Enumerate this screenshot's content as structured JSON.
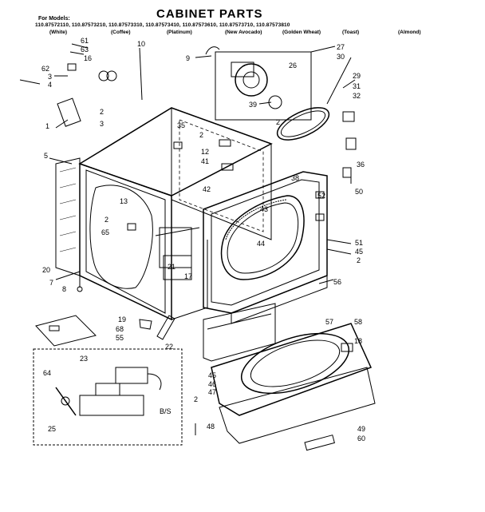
{
  "header": {
    "title": "CABINET PARTS",
    "models_label": "For Models:",
    "model_numbers": [
      "110.87572110",
      "110.87573210",
      "110.87573310",
      "110.87573410",
      "110.87573610",
      "110.87573710",
      "110.87573810"
    ],
    "colors": [
      "(White)",
      "(Coffee)",
      "(Platinum)",
      "(New Avocado)",
      "(Golden Wheat)",
      "(Toast)",
      "(Almond)"
    ]
  },
  "callouts": [
    "61",
    "63",
    "16",
    "62",
    "3",
    "4",
    "10",
    "9",
    "27",
    "30",
    "26",
    "29",
    "31",
    "32",
    "39",
    "2",
    "36",
    "1",
    "2",
    "3",
    "35",
    "2",
    "12",
    "41",
    "5",
    "13",
    "2",
    "65",
    "42",
    "43",
    "38",
    "52",
    "50",
    "44",
    "51",
    "45",
    "2",
    "20",
    "7",
    "8",
    "21",
    "17",
    "56",
    "19",
    "68",
    "55",
    "22",
    "57",
    "58",
    "23",
    "18",
    "64",
    "45",
    "46",
    "47",
    "2",
    "B/S",
    "25",
    "48",
    "49",
    "60"
  ]
}
